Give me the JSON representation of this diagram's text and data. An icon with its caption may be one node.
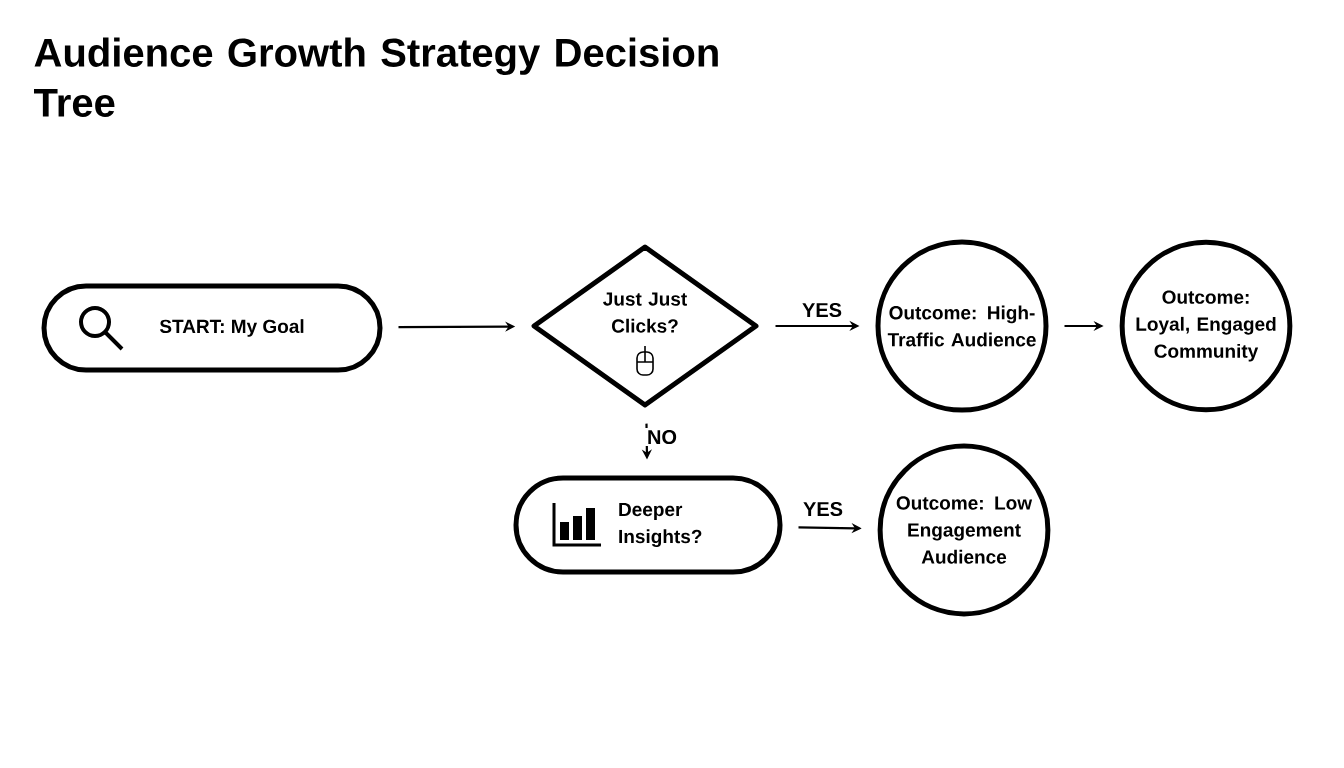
{
  "diagram": {
    "title": "Audience Growth Strategy Decision Tree",
    "nodes": [
      {
        "text": [
          "START: My Goal"
        ]
      },
      {
        "text": [
          "Just Just Clicks?"
        ]
      },
      {
        "text": [
          "Outcome: High-Traffic Audience"
        ]
      },
      {
        "text": [
          "Outcome: Loyal, Engaged Community"
        ]
      },
      {
        "text": [
          "Deeper Insights?"
        ]
      },
      {
        "text": [
          "Outcome: Low Engagement Audience"
        ]
      }
    ],
    "edges": [
      {
        "from": 0,
        "to": 1,
        "arrow": "to"
      },
      {
        "from": 1,
        "to": 2,
        "arrow": "to",
        "label": "YES"
      },
      {
        "from": 2,
        "to": 3,
        "arrow": "to"
      },
      {
        "from": 1,
        "to": 4,
        "arrow": "to",
        "label": "NO"
      },
      {
        "from": 4,
        "to": 5,
        "arrow": "to",
        "label": "YES"
      }
    ]
  }
}
